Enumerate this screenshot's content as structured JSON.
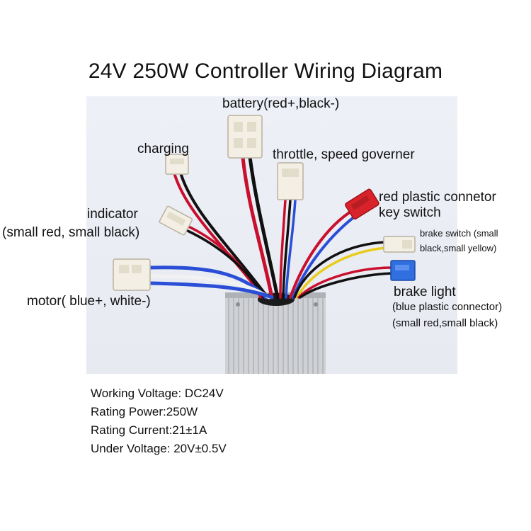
{
  "title": "24V 250W Controller Wiring Diagram",
  "labels": {
    "battery": "battery(red+,black-)",
    "charging": "charging",
    "throttle": "throttle, speed governer",
    "indicator": "indicator",
    "indicator_sub": "(small red, small black)",
    "red_plastic": "red plastic connetor",
    "key_switch": "key switch",
    "brake_switch": "brake switch (small",
    "brake_switch_sub": "black,small yellow)",
    "motor": "motor( blue+, white-)",
    "brake_light": "brake light",
    "brake_light_sub1": "(blue plastic connector)",
    "brake_light_sub2": "(small red,small black)"
  },
  "specs": [
    "Working Voltage: DC24V",
    "Rating Power:250W",
    "Rating Current:21±1A",
    "Under Voltage: 20V±0.5V"
  ],
  "colors": {
    "wire_red": "#c8102e",
    "wire_black": "#111111",
    "wire_blue": "#2a4fd6",
    "wire_yellow": "#e8cc1a",
    "connector_white": "#f3efe4",
    "connector_red": "#d8232a",
    "connector_blue": "#2f6fe0",
    "housing": "#c9cbcf"
  }
}
